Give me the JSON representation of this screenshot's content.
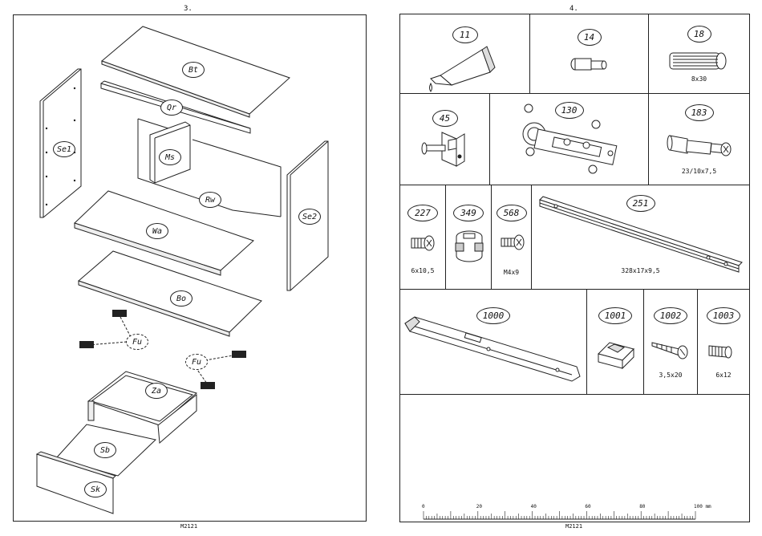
{
  "left_page": {
    "page_number": "3.",
    "footer_code": "M2121",
    "part_labels": {
      "bt": "Bt",
      "qr": "Qr",
      "se1": "Se1",
      "ms": "Ms",
      "rw": "Rw",
      "se2": "Se2",
      "wa": "Wa",
      "bo": "Bo",
      "fu1": "Fu",
      "fu2": "Fu",
      "za": "Za",
      "sb": "Sb",
      "sk": "Sk"
    }
  },
  "right_page": {
    "page_number": "4.",
    "footer_code": "M2121",
    "hardware": [
      {
        "id": "11",
        "size": "",
        "icon": "glue-tube-icon"
      },
      {
        "id": "14",
        "size": "",
        "icon": "shelf-pin-icon"
      },
      {
        "id": "18",
        "size": "8x30",
        "icon": "wooden-dowel-icon"
      },
      {
        "id": "45",
        "size": "",
        "icon": "bracket-icon"
      },
      {
        "id": "130",
        "size": "",
        "icon": "hinge-icon"
      },
      {
        "id": "183",
        "size": "23/10x7,5",
        "icon": "cam-bolt-icon"
      },
      {
        "id": "227",
        "size": "6x10,5",
        "icon": "screw-icon"
      },
      {
        "id": "349",
        "size": "",
        "icon": "cam-lock-icon"
      },
      {
        "id": "568",
        "size": "M4x9",
        "icon": "machine-screw-icon"
      },
      {
        "id": "251",
        "size": "328x17x9,5",
        "icon": "rail-icon"
      },
      {
        "id": "1000",
        "size": "",
        "icon": "drawer-runner-icon"
      },
      {
        "id": "1001",
        "size": "",
        "icon": "runner-stop-icon"
      },
      {
        "id": "1002",
        "size": "3,5x20",
        "icon": "wood-screw-icon"
      },
      {
        "id": "1003",
        "size": "6x12",
        "icon": "plug-icon"
      }
    ],
    "ruler": {
      "labels": [
        "0",
        "20",
        "40",
        "60",
        "80",
        "100 mm"
      ]
    }
  }
}
